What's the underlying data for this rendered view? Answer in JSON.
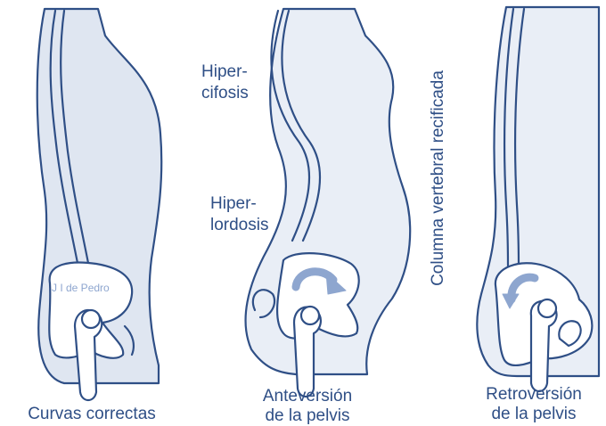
{
  "figures": [
    {
      "id": "left",
      "caption": "Curvas correctas",
      "signature": "J I de Pedro"
    },
    {
      "id": "middle",
      "caption_line1": "Anteversión",
      "caption_line2": "de la pelvis",
      "label_top_line1": "Hiper-",
      "label_top_line2": "cifosis",
      "label_mid_line1": "Hiper-",
      "label_mid_line2": "lordosis"
    },
    {
      "id": "right",
      "caption_line1": "Retroversión",
      "caption_line2": "de la pelvis",
      "vertical_label": "Columna vertebral recificada"
    }
  ],
  "colors": {
    "outline": "#2f4f86",
    "body_fill": "#dfe6f1",
    "body_fill_light": "#e9eef6",
    "arrow": "#8ea6cf",
    "text": "#2f4f86"
  }
}
